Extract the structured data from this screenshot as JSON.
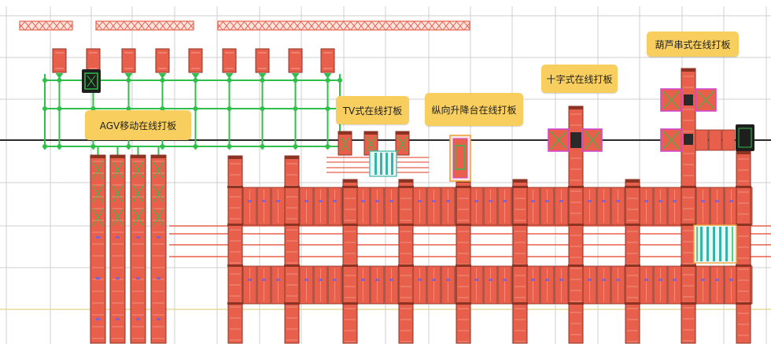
{
  "labels": {
    "agv_online_palletizing": "AGV移动在线打板",
    "tv_online_palletizing": "TV式在线打板",
    "longitudinal_lift_online_palletizing": "纵向升降台在线打板",
    "cross_online_palletizing": "十字式在线打板",
    "gourd_string_online_palletizing": "葫芦串式在线打板"
  },
  "colors": {
    "rack": "#e8604c",
    "rack_outline": "#8c3324",
    "rack_shelf": "#f6b3a6",
    "tag": "#7d63d8",
    "agv_track": "#2fbf4a",
    "label_background": "#f8cf5e",
    "transfer_teal": "#39b3a6",
    "station_magenta": "#d147d1",
    "lift_orange": "#f0a23c",
    "grid": "#cfcfcf",
    "axis_line": "#2b2b2b",
    "floor_line": "#e3dc9a",
    "vehicle": "#1e1e1e"
  }
}
